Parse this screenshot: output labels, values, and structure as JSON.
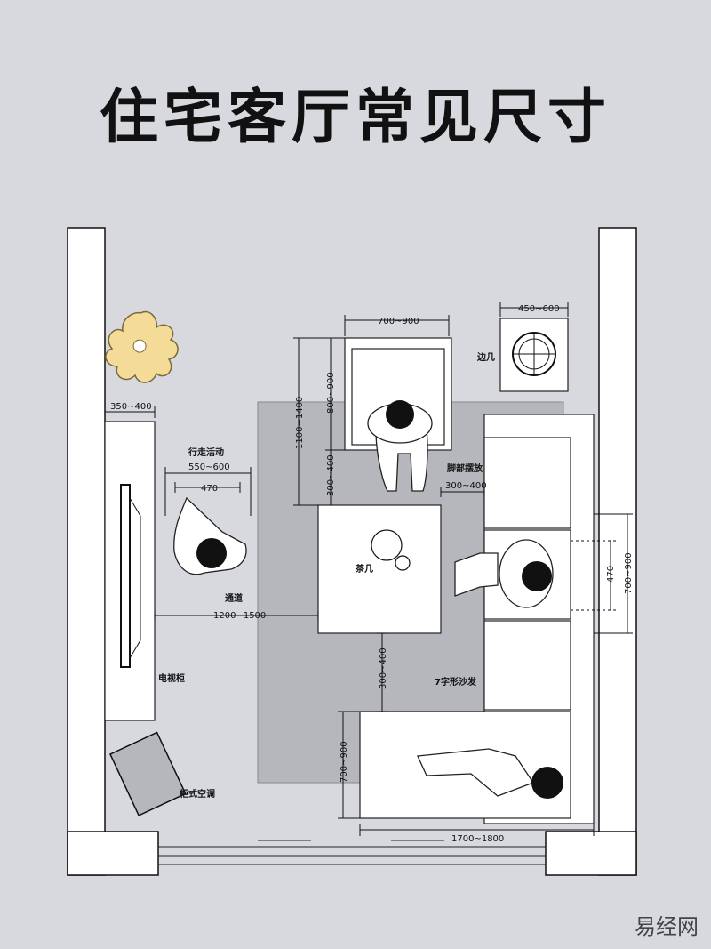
{
  "title": "住宅客厅常见尺寸",
  "labels": {
    "tv_cabinet_depth": "350~400",
    "walking_activity": "行走活动",
    "walk_range": "550~600",
    "body_width": "470",
    "passage": "通道",
    "passage_width": "1200~1500",
    "tv_cabinet": "电视柜",
    "cabinet_ac": "柜式空调",
    "armchair_width": "700~900",
    "armchair_depth": "800~900",
    "armchair_total": "1100~1400",
    "chair_to_table": "300~400",
    "side_table_size": "450~600",
    "side_table": "边几",
    "foot_space": "脚部摆放",
    "foot_space_size": "300~400",
    "coffee_table": "茶几",
    "seat_470": "470",
    "seat_700_900": "700~900",
    "table_to_sofa": "300~400",
    "l_sofa": "7字形沙发",
    "chaise_width": "700~900",
    "sofa_length": "1700~1800"
  },
  "watermark": "易经网",
  "colors": {
    "background": "#d7d9de",
    "rug": "#b5b7bd",
    "wall": "#ffffff",
    "plant": "#f4dc98"
  }
}
